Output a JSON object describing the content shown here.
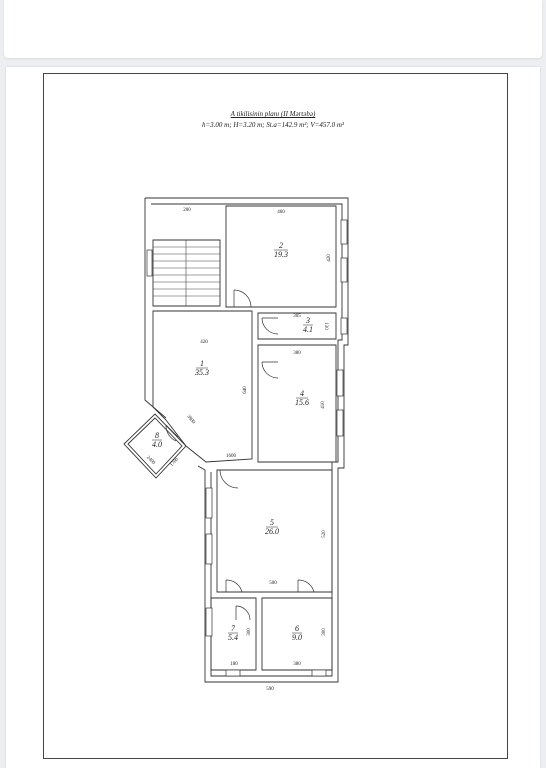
{
  "document": {
    "title": "A tikilisinin planı (II Mərtəbə)",
    "subtitle": "h=3.00 m; H=3.20 m; St.a=142.9 m²; V=457.0 m³"
  },
  "rooms": [
    {
      "number": "2",
      "area": "19.3"
    },
    {
      "number": "3",
      "area": "4.1"
    },
    {
      "number": "1",
      "area": "35.3"
    },
    {
      "number": "4",
      "area": "15.6"
    },
    {
      "number": "8",
      "area": "4.0"
    },
    {
      "number": "5",
      "area": "26.0"
    },
    {
      "number": "7",
      "area": "5.4"
    },
    {
      "number": "6",
      "area": "9.0"
    }
  ],
  "dimensions": {
    "stair_width": "200",
    "room2_width": "460",
    "room2_depth": "420",
    "room3_width": "305",
    "room3_depth": "130",
    "room1_width": "420",
    "room4_width": "380",
    "room1_depth": "640",
    "room4_depth": "410",
    "diagonal": "3800",
    "room8_a": "2400",
    "room8_b": "1700",
    "corridor": "1600",
    "room5_depth": "520",
    "room5_width": "500",
    "room7_depth": "300",
    "room6_depth": "300",
    "room7_width": "180",
    "room6_width": "380",
    "total_width": "590"
  }
}
